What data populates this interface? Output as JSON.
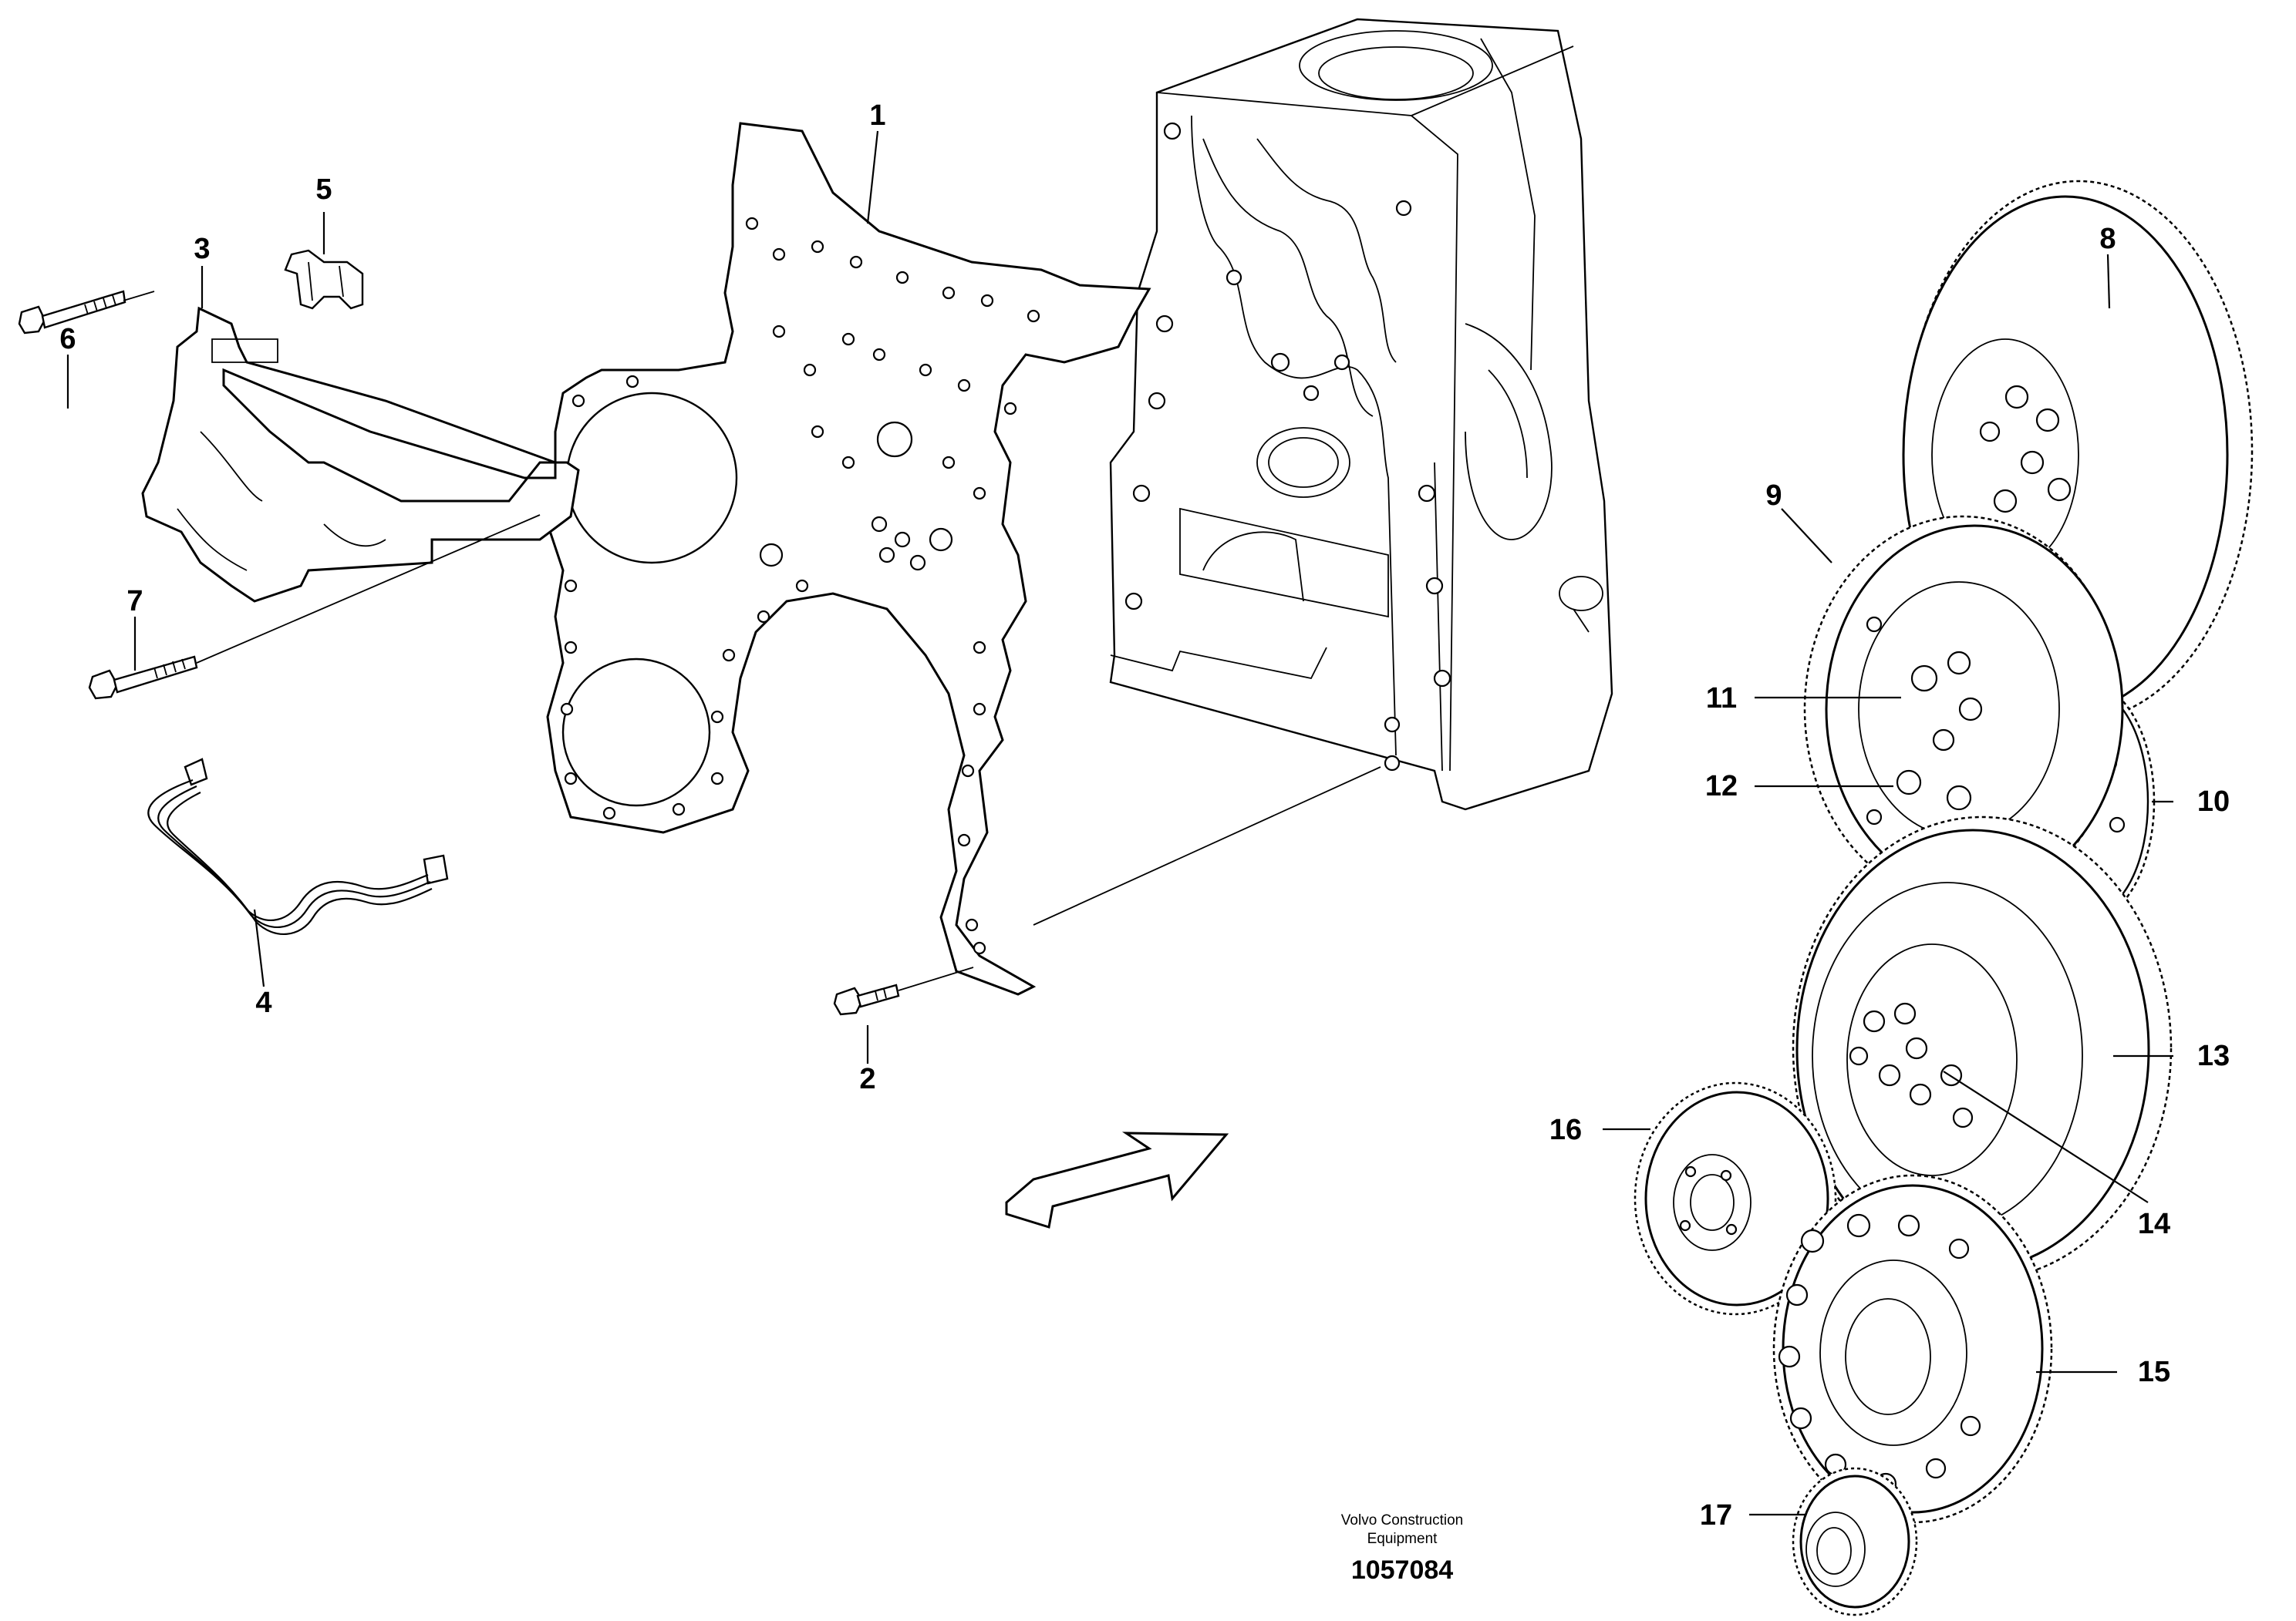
{
  "callouts": [
    {
      "id": "1",
      "text": "1"
    },
    {
      "id": "2",
      "text": "2"
    },
    {
      "id": "3",
      "text": "3"
    },
    {
      "id": "4",
      "text": "4"
    },
    {
      "id": "5",
      "text": "5"
    },
    {
      "id": "6",
      "text": "6"
    },
    {
      "id": "7",
      "text": "7"
    },
    {
      "id": "8",
      "text": "8"
    },
    {
      "id": "9",
      "text": "9"
    },
    {
      "id": "10",
      "text": "10"
    },
    {
      "id": "11",
      "text": "11"
    },
    {
      "id": "12",
      "text": "12"
    },
    {
      "id": "13",
      "text": "13"
    },
    {
      "id": "14",
      "text": "14"
    },
    {
      "id": "15",
      "text": "15"
    },
    {
      "id": "16",
      "text": "16"
    },
    {
      "id": "17",
      "text": "17"
    }
  ],
  "caption": {
    "line1": "Volvo Construction",
    "line2": "Equipment",
    "ref": "1057084"
  },
  "icons": [
    "direction-arrow-icon"
  ],
  "colors": {
    "ink": "#000000",
    "paper": "#ffffff"
  }
}
